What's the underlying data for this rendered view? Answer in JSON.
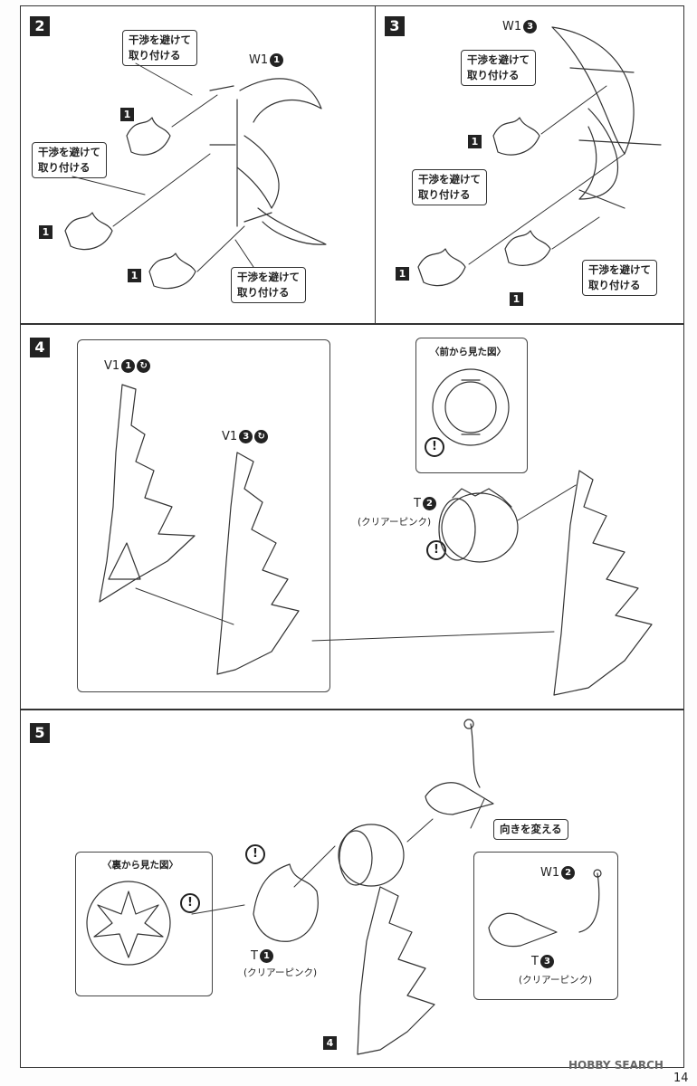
{
  "steps": {
    "s2": {
      "number": "2"
    },
    "s3": {
      "number": "3"
    },
    "s4": {
      "number": "4"
    },
    "s5": {
      "number": "5"
    }
  },
  "callout_text_line1": "干渉を避けて",
  "callout_text_line2": "取り付ける",
  "part_one": "1",
  "step2": {
    "part_w": "W1",
    "part_w_num": "1"
  },
  "step3": {
    "part_w": "W1",
    "part_w_num": "3"
  },
  "step4": {
    "v1a": "V1",
    "v1a_num": "1",
    "v1b": "V1",
    "v1b_num": "3",
    "inset_title": "〈前から見た図〉",
    "t": "T",
    "t_num": "2",
    "t_sub": "(クリアーピンク)"
  },
  "step5": {
    "inset_title": "〈裏から見た図〉",
    "t1": "T",
    "t1_num": "1",
    "t1_sub": "(クリアーピンク)",
    "turn_label": "向きを変える",
    "w1": "W1",
    "w1_num": "2",
    "t3": "T",
    "t3_num": "3",
    "t3_sub": "(クリアーピンク)",
    "ref_step": "4"
  },
  "footer": {
    "brand": "HOBBY SEARCH",
    "page_number": "14"
  }
}
